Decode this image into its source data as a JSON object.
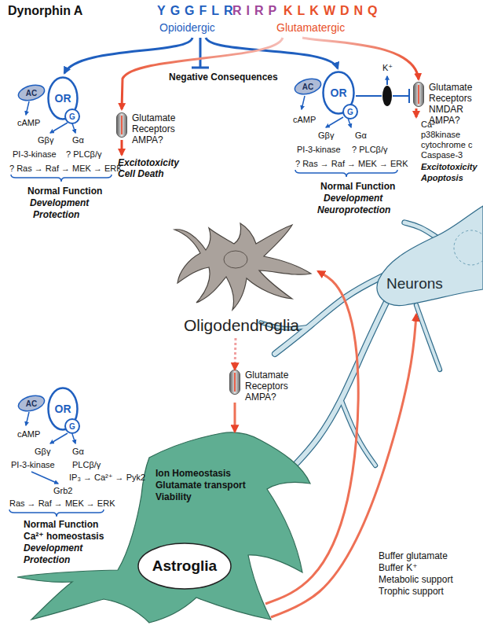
{
  "diagram": {
    "title": "Dynorphin A",
    "nodes": [
      {
        "text": [
          "AC"
        ]
      },
      {
        "text": [
          "OR"
        ]
      },
      {
        "text": [
          "G"
        ]
      },
      {
        "text": [
          "Glutamate Receptors AMPA?"
        ]
      },
      {
        "text": [
          "AC"
        ]
      },
      {
        "text": [
          "OR"
        ]
      },
      {
        "text": [
          "G"
        ]
      },
      {
        "text": [
          "Glutamate Receptors NMDAR AMPA?"
        ]
      },
      {
        "text": [
          "Oligodendroglia"
        ]
      },
      {
        "text": [
          "Neurons"
        ]
      },
      {
        "text": [
          "Glutamate Receptors AMPA?"
        ]
      },
      {
        "text": [
          "AC"
        ]
      },
      {
        "text": [
          "OR"
        ]
      },
      {
        "text": [
          "G"
        ]
      },
      {
        "text": [
          "Ion Homeostasis",
          "Glutamate transport",
          "Viability"
        ]
      },
      {
        "text": [
          "Astroglia"
        ],
        "in": 14
      }
    ],
    "edges": [
      {
        "from": 8,
        "to": 10,
        "arrow": "to"
      },
      {
        "from": 10,
        "to": 14,
        "arrow": "to"
      },
      {
        "from": 14,
        "to": 8,
        "arrow": "to"
      },
      {
        "from": 14,
        "to": 9,
        "arrow": "to"
      }
    ],
    "labels": [
      "YGGFLR",
      "RIRP",
      "KLKWDNQ",
      "Opioidergic",
      "Glutamatergic",
      "Negative Consequences",
      "cAMP",
      "Gβγ",
      "Gα",
      "PI-3-kinase",
      "? PLCβ/γ",
      "? Ras → Raf → MEK → ERK",
      "Normal Function",
      "Development",
      "Protection",
      "Excitotoxicity Cell Death",
      "K⁺",
      "cAMP",
      "Gβγ",
      "Gα",
      "PI-3-kinase",
      "? PLCβ/γ",
      "? Ras → Raf → MEK → ERK",
      "Normal Function",
      "Development",
      "Neuroprotection",
      "Ca²⁺",
      "p38kinase",
      "cytochrome c",
      "Caspase-3",
      "Excitotoxicity",
      "Apoptosis",
      "cAMP",
      "Gβγ",
      "Gα",
      "PI-3-kinase",
      "PLCβ/γ",
      "IP₃ → Ca²⁺ → Pyk2",
      "Grb2",
      "Ras → Raf → MEK → ERK",
      "Normal Function",
      "Ca²⁺ homeostasis",
      "Development",
      "Protection",
      "Buffer glutamate",
      "Buffer K⁺",
      "Metabolic support",
      "Trophic support"
    ]
  }
}
